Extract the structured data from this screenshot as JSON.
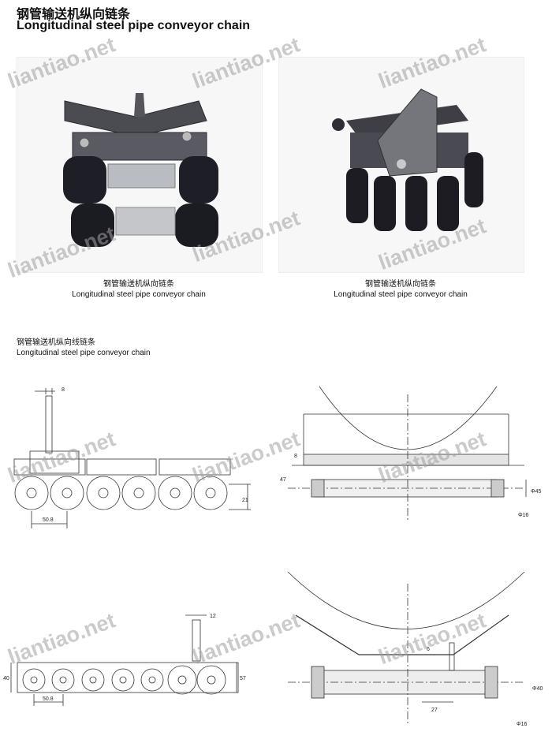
{
  "header": {
    "title_cn": "钢管输送机纵向链条",
    "title_en": "Longitudinal steel pipe conveyor chain"
  },
  "photos": [
    {
      "caption_cn": "钢管输送机纵向链条",
      "caption_en": "Longitudinal steel pipe conveyor chain"
    },
    {
      "caption_cn": "钢管输送机纵向链条",
      "caption_en": "Longitudinal steel pipe conveyor chain"
    }
  ],
  "drawings": {
    "title_cn": "钢管输送机纵向线链条",
    "title_en": "Longitudinal steel pipe conveyor chain",
    "d1": {
      "dim_top": "8",
      "dim_pitch": "50.8",
      "dim_height": "21"
    },
    "d2": {
      "dim_a": "8",
      "dim_b": "47",
      "dim_c": "Φ45",
      "dim_d": "Φ16"
    },
    "d3": {
      "dim_top": "12",
      "dim_left": "40",
      "dim_pitch": "50.8",
      "dim_right": "57"
    },
    "d4": {
      "dim_a": "6",
      "dim_b": "Φ40",
      "dim_c": "27",
      "dim_d": "Φ16"
    }
  },
  "watermark": "liantiao.net"
}
